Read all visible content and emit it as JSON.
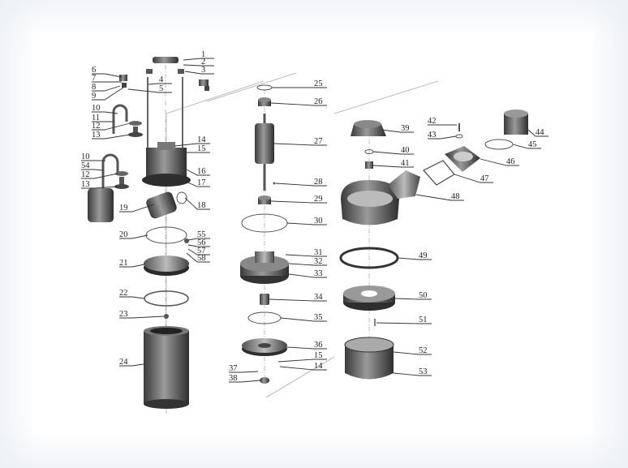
{
  "diagram": {
    "title": "Submersible pump exploded view",
    "part_labels": [
      "1",
      "2",
      "3",
      "4",
      "5",
      "6",
      "7",
      "8",
      "9",
      "10",
      "11",
      "12",
      "13",
      "14",
      "15",
      "16",
      "17",
      "10",
      "54",
      "12",
      "13",
      "18",
      "19",
      "20",
      "55",
      "56",
      "57",
      "58",
      "21",
      "22",
      "23",
      "24",
      "25",
      "26",
      "27",
      "28",
      "29",
      "30",
      "31",
      "32",
      "33",
      "34",
      "35",
      "36",
      "15",
      "14",
      "37",
      "38",
      "39",
      "40",
      "41",
      "42",
      "43",
      "44",
      "45",
      "46",
      "47",
      "48",
      "49",
      "50",
      "51",
      "52",
      "53"
    ]
  }
}
